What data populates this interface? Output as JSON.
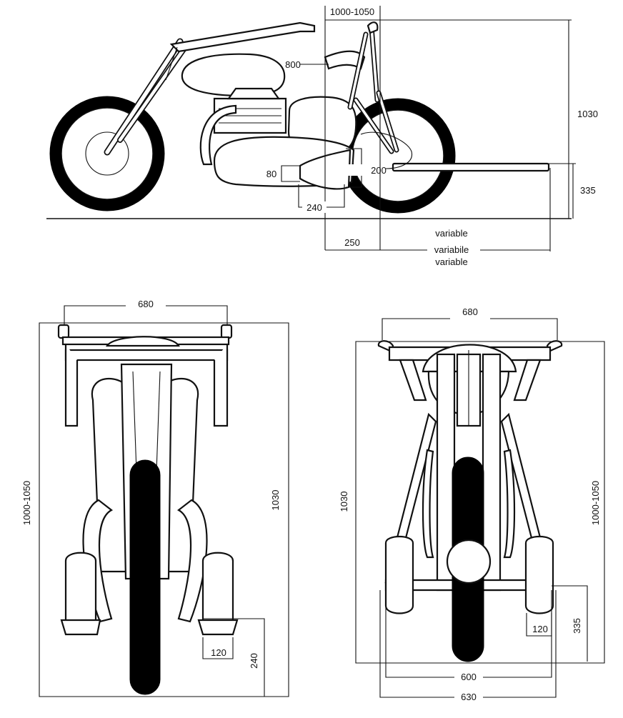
{
  "labels": {
    "side_width": "1000-1050",
    "seat_height": "800",
    "total_height": "1030",
    "footrest_width": "80",
    "footrest_offset": "200",
    "footrest_height": "335",
    "footrest_length": "240",
    "axle_offset": "250",
    "variable_en": "variable",
    "variable_it": "variabile",
    "variable_fr": "variable",
    "front_handle_width": "680",
    "front_width": "1000-1050",
    "front_height": "1030",
    "front_footrest_width": "120",
    "front_footrest_length": "240",
    "rear_handle_width": "680",
    "rear_height": "1030",
    "rear_width": "1000-1050",
    "rear_footrest_width": "120",
    "rear_footrest_height": "335",
    "rear_track_inner": "600",
    "rear_track_outer": "630"
  },
  "colors": {
    "ink": "#111111",
    "tire": "#000000",
    "paper": "#ffffff"
  }
}
